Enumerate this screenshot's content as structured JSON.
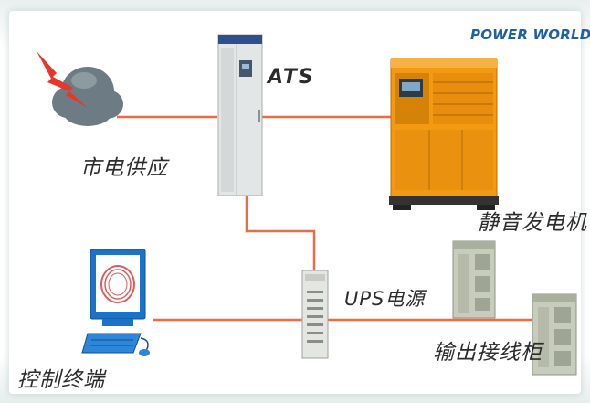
{
  "brand": "POWER WORLD",
  "labels": {
    "ats": "ATS",
    "utility_supply": "市电供应",
    "silent_generator": "静音发电机",
    "ups_power": "UPS电源",
    "control_terminal": "控制终端",
    "output_cabinet": "输出接线柜"
  },
  "colors": {
    "connection_line": "#ee6a45",
    "generator_body": "#f39a12",
    "cabinet_body": "#dfe2df",
    "monitor_frame": "#1a73c9",
    "lightning": "#e6372a",
    "cloud": "#6d7c84",
    "brand": "#1f5fa6"
  }
}
